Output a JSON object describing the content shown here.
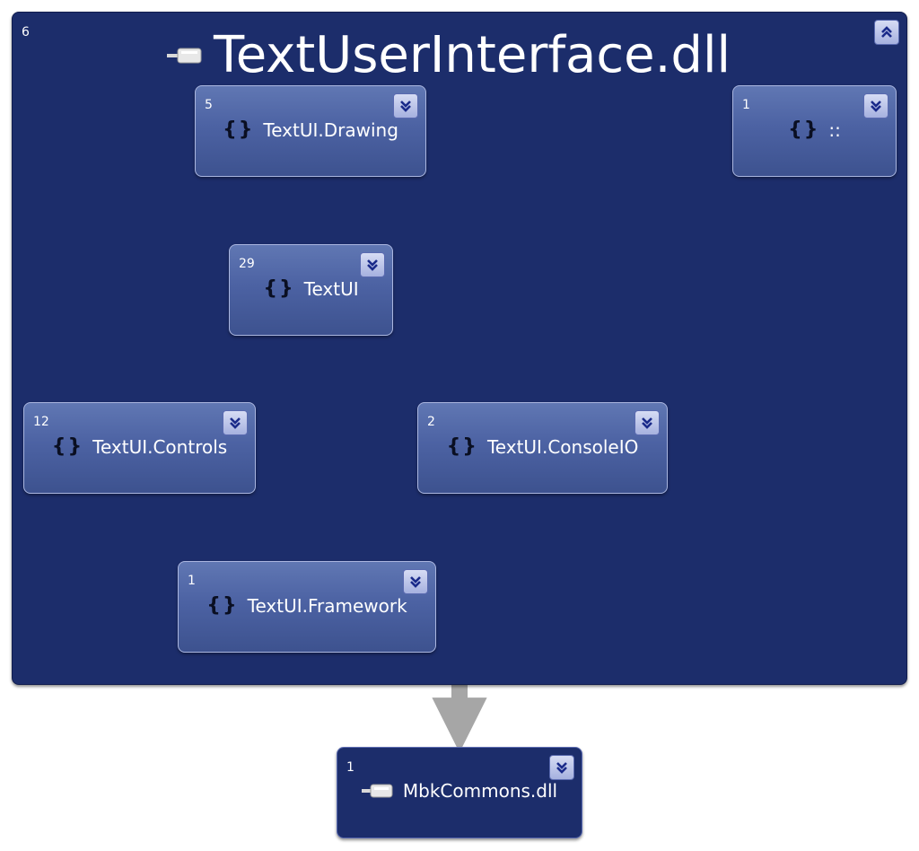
{
  "assembly": {
    "count": "6",
    "title": "TextUserInterface.dll",
    "icon": "assembly-icon",
    "collapse_icon": "collapse-chevron-icon"
  },
  "namespaces": {
    "drawing": {
      "count": "5",
      "label": "TextUI.Drawing",
      "icon": "namespace-braces-icon"
    },
    "global": {
      "count": "1",
      "label": "::",
      "icon": "namespace-braces-icon"
    },
    "textui": {
      "count": "29",
      "label": "TextUI",
      "icon": "namespace-braces-icon"
    },
    "controls": {
      "count": "12",
      "label": "TextUI.Controls",
      "icon": "namespace-braces-icon"
    },
    "consoleio": {
      "count": "2",
      "label": "TextUI.ConsoleIO",
      "icon": "namespace-braces-icon"
    },
    "framework": {
      "count": "1",
      "label": "TextUI.Framework",
      "icon": "namespace-braces-icon"
    }
  },
  "external": {
    "count": "1",
    "label": "MbkCommons.dll",
    "icon": "assembly-icon"
  },
  "braces_glyph": "{}",
  "colors": {
    "container": "#1c2d6b",
    "node": "#4c62a3",
    "edge": "#a6a6a6",
    "text": "#ffffff"
  }
}
